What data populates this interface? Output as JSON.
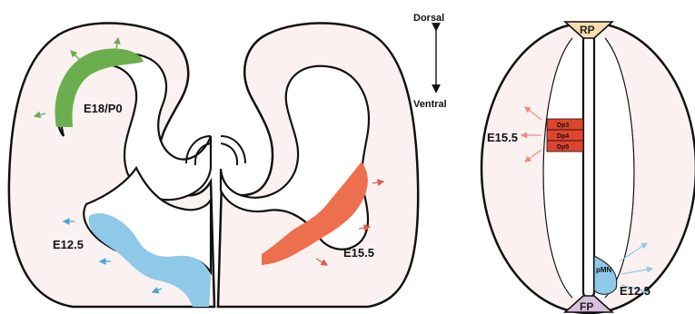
{
  "orientation": {
    "dorsal": "Dorsal",
    "ventral": "Ventral"
  },
  "brain": {
    "labels": {
      "e18": "E18/P0",
      "e12": "E12.5",
      "e15": "E15.5"
    },
    "colors": {
      "tissue": "#fbf1f1",
      "outline": "#111111",
      "green": "#6aae4e",
      "blue": "#8ec9e8",
      "orange": "#ec6f4e",
      "green_arrow": "#6aae4e",
      "blue_arrow": "#4aa3db",
      "orange_arrow": "#e45a4a"
    }
  },
  "spinal_cord": {
    "roof_plate": "RP",
    "floor_plate": "FP",
    "dp_domains": [
      "Dp3",
      "Dp4",
      "Dp5"
    ],
    "pmn": "pMN",
    "time_dorsal": "E15.5",
    "time_ventral": "E12.5",
    "colors": {
      "rp": "#f6dfae",
      "fp": "#d8c0dc",
      "dp": "#e0442e",
      "pmn": "#8ec9e8",
      "red_arrow": "#f08a82",
      "blue_arrow": "#8ec9e8"
    }
  }
}
